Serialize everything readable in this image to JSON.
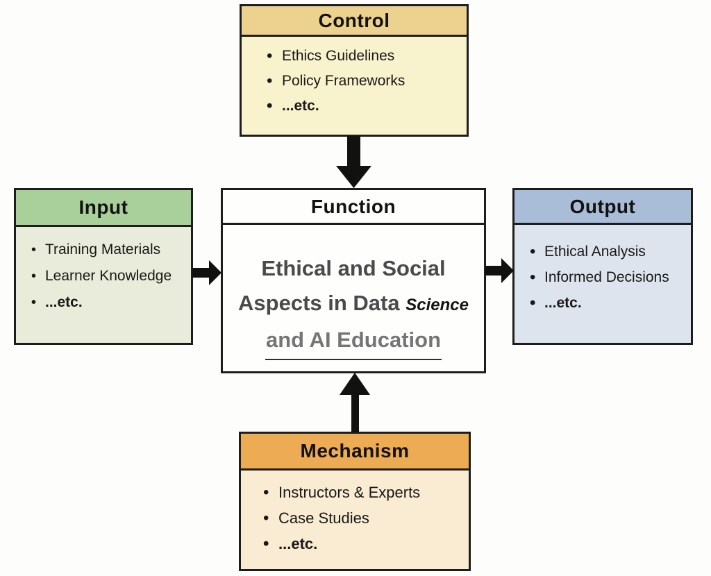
{
  "control": {
    "title": "Control",
    "items": [
      "Ethics Guidelines",
      "Policy Frameworks",
      "...etc."
    ]
  },
  "input": {
    "title": "Input",
    "items": [
      "Training Materials",
      "Learner Knowledge",
      "...etc."
    ]
  },
  "function": {
    "title": "Function",
    "line1": "Ethical and Social",
    "line2": "Aspects in Data",
    "line2_italic": "Science",
    "line3": "and AI Education"
  },
  "output": {
    "title": "Output",
    "items": [
      "Ethical Analysis",
      "Informed Decisions",
      "...etc."
    ]
  },
  "mechanism": {
    "title": "Mechanism",
    "items": [
      "Instructors & Experts",
      "Case Studies",
      "...etc."
    ]
  },
  "colors": {
    "control_header": "#ecd28e",
    "control_body": "#f9f3cd",
    "input_header": "#a9cf9b",
    "input_body": "#e9ecda",
    "output_header": "#a9bdd8",
    "output_body": "#dee4ee",
    "mechanism_header": "#edab53",
    "mechanism_body": "#f9ecd3",
    "function_background": "#fefefc",
    "box_border": "#1d1d1b",
    "arrow": "#111110"
  }
}
